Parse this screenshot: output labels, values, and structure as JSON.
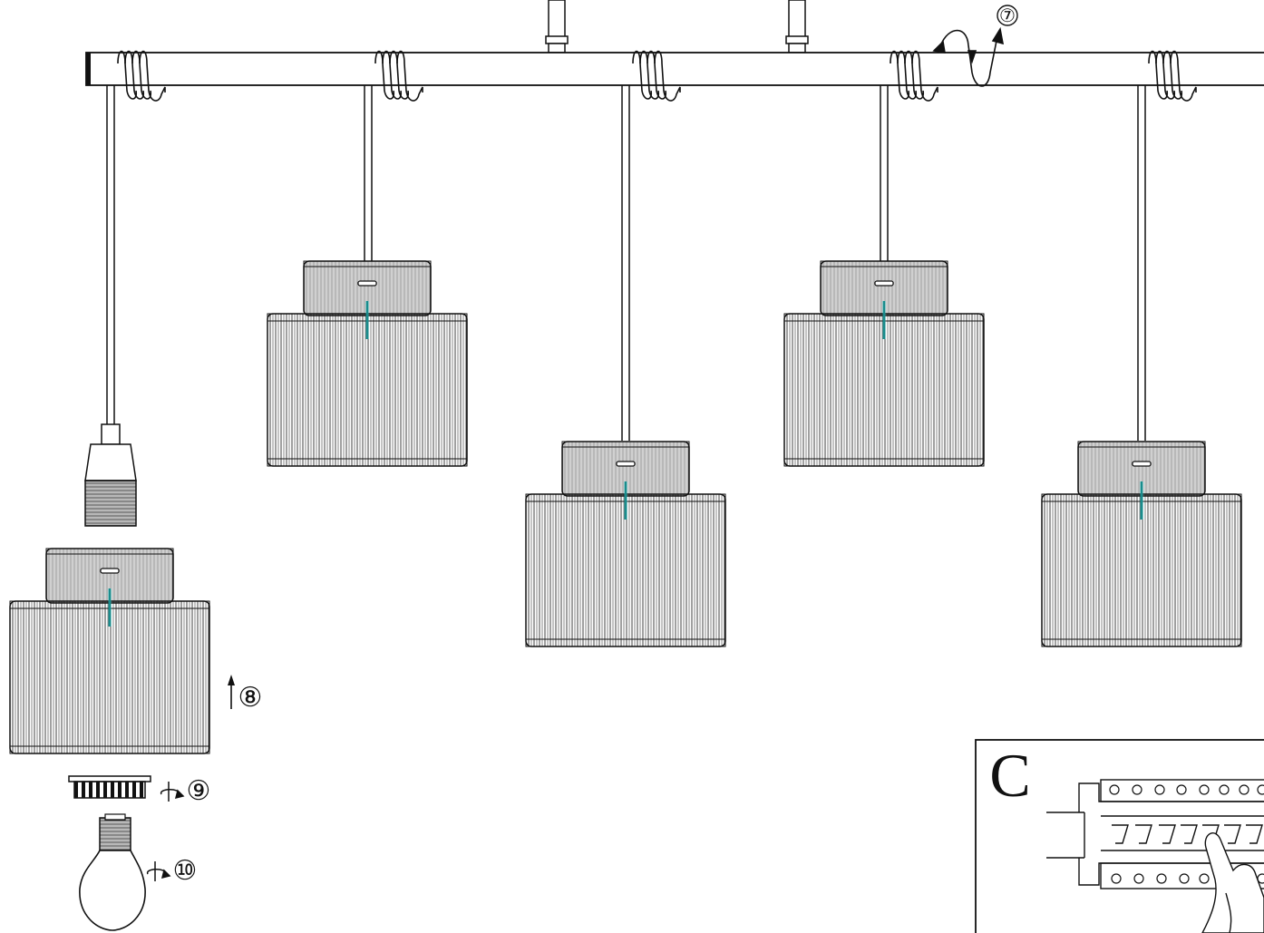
{
  "steps": {
    "hang_cable": "⑦",
    "attach_shade": "⑧",
    "screw_ring": "⑨",
    "install_bulb": "⑩"
  },
  "panel_letter": "C",
  "colors": {
    "line": "#111111",
    "accent": "#1a8c8c",
    "background": "#ffffff"
  },
  "icons": {
    "rotate": "rotate-arrow-icon",
    "up": "up-arrow-icon",
    "hand": "hand-icon"
  }
}
